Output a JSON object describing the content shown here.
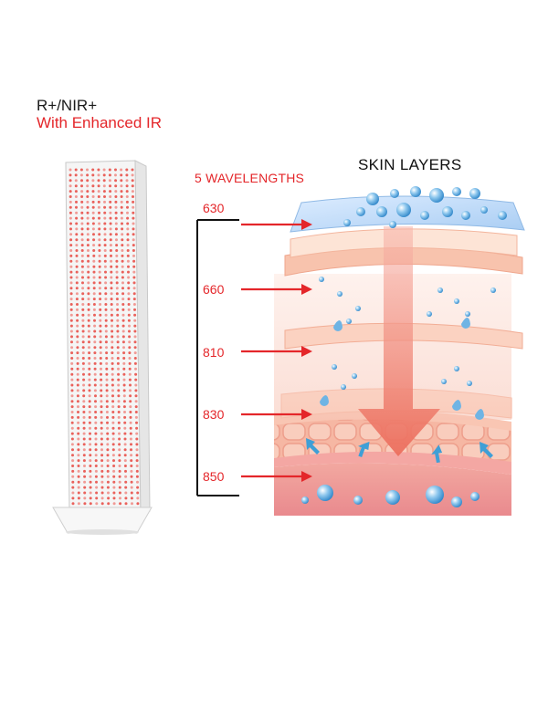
{
  "product": {
    "title": "R+/NIR+",
    "subtitle": "With Enhanced IR"
  },
  "wavelengths": {
    "heading": "5 WAVELENGTHS",
    "items": [
      {
        "label": "630"
      },
      {
        "label": "660"
      },
      {
        "label": "810"
      },
      {
        "label": "830"
      },
      {
        "label": "850"
      }
    ]
  },
  "skin": {
    "heading": "SKIN LAYERS"
  },
  "colors": {
    "accent_red": "#e4262a",
    "text_dark": "#1a1a1a",
    "led_red": "#e8473f",
    "skin_pink": "#f6b39f",
    "water_blue": "#3f9fd6"
  }
}
